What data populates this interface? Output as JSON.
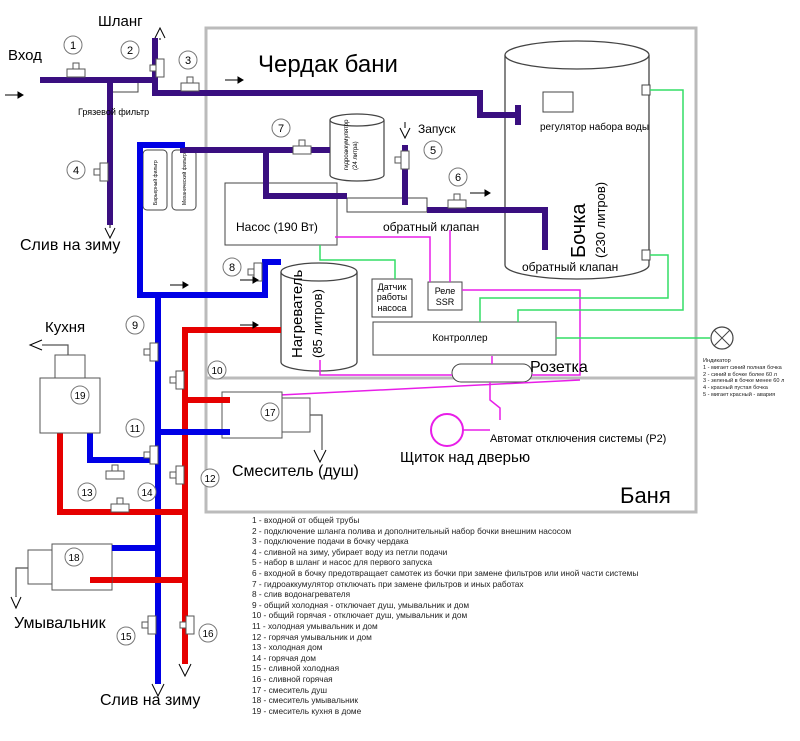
{
  "labels": {
    "inlet": "Вход",
    "hose": "Шланг",
    "dirt_filter": "Грязевой фильтр",
    "winter_drain_top": "Слив на зиму",
    "winter_drain_bottom": "Слив на зиму",
    "attic": "Чердак бани",
    "start": "Запуск",
    "pump": "Насос (190 Вт)",
    "check_valve_1": "обратный клапан",
    "check_valve_2": "обратный клапан",
    "level_regulator": "регулятор набора воды",
    "barrel": "Бочка",
    "barrel_volume": "(230 литров)",
    "accumulator": "гидроаккумулятор",
    "accumulator_volume": "(24 литра)",
    "filter_a": "Барьерный фильтр",
    "filter_b": "Механический фильтр",
    "pump_sensor_line1": "Датчик",
    "pump_sensor_line2": "работы",
    "pump_sensor_line3": "насоса",
    "relay_line1": "Реле",
    "relay_line2": "SSR",
    "controller": "Контроллер",
    "heater": "Нагреватель",
    "heater_volume": "(85 литров)",
    "socket": "Розетка",
    "breaker": "Автомат отключения системы (P2)",
    "panel": "Щиток над дверью",
    "bath": "Баня",
    "kitchen": "Кухня",
    "shower_mixer": "Смеситель (душ)",
    "washbasin": "Умывальник"
  },
  "indicator": {
    "title": "Индикатор",
    "items": [
      "1 - мигает синий полная бочка",
      "2 - синий в бочке более 60 л",
      "3 - зеленый в бочке менее 60 л",
      "4 - красный пустая бочка",
      "5 - мигает красный - авария"
    ]
  },
  "valves": [
    "1",
    "2",
    "3",
    "4",
    "5",
    "6",
    "7",
    "8",
    "9",
    "10",
    "11",
    "12",
    "13",
    "14",
    "15",
    "16",
    "17",
    "18",
    "19"
  ],
  "legend": [
    "1 - входной от общей трубы",
    "2 - подключение шланга полива и дополнительный набор бочки внешним насосом",
    "3 - подключение подачи в бочку чердака",
    "4 - сливной на зиму, убирает воду из петли подачи",
    "5 - набор в шланг и насос для первого запуска",
    "6 - входной в бочку предотвращает самотек из бочки при замене фильтров или иной части системы",
    "7 - гидроаккумулятор отключать при замене фильтров и иных работах",
    "8 - слив водонагревателя",
    "9 - общий холодная - отключает душ, умывальник и дом",
    "10 - общий горячая - отключает душ, умывальник и дом",
    "11 - холодная умывальник и дом",
    "12 - горячая умывальник и дом",
    "13 - холодная дом",
    "14 - горячая дом",
    "15 - сливной холодная",
    "16 - сливной горячая",
    "17 - смеситель душ",
    "18 - смеситель умывальник",
    "19 - смеситель кухня в доме"
  ],
  "colors": {
    "supply": "#3a0f80",
    "cold": "#0000e6",
    "hot": "#e60000",
    "signal_power": "#e81ee8",
    "signal_sensor": "#33dd66"
  }
}
